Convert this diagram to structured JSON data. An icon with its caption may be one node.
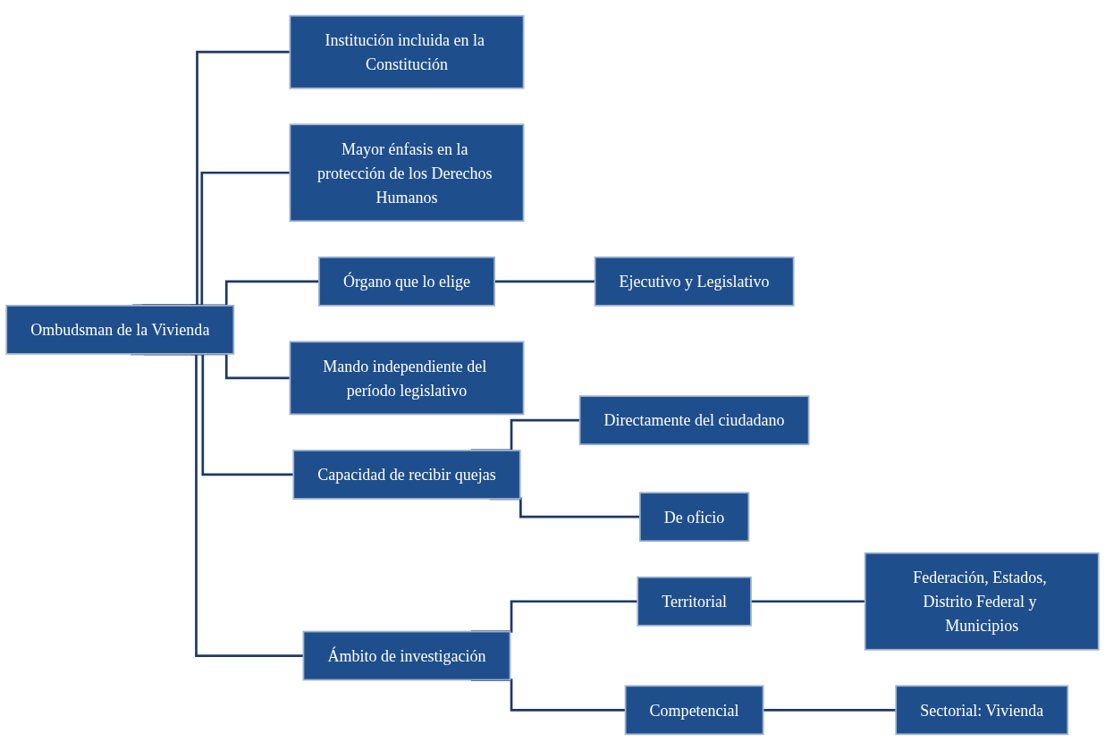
{
  "diagram": {
    "nodes": [
      {
        "text": [
          "Ombudsman de la Vivienda"
        ]
      },
      {
        "text": [
          "Institución incluida en la Constitución"
        ]
      },
      {
        "text": [
          "Mayor énfasis en la protección de los Derechos Humanos"
        ]
      },
      {
        "text": [
          "Órgano que lo elige"
        ]
      },
      {
        "text": [
          "Ejecutivo y Legislativo"
        ]
      },
      {
        "text": [
          "Mando independiente del período legislativo"
        ]
      },
      {
        "text": [
          "Capacidad de recibir quejas"
        ]
      },
      {
        "text": [
          "Directamente del ciudadano"
        ]
      },
      {
        "text": [
          "De oficio"
        ]
      },
      {
        "text": [
          "Ámbito de investigación"
        ]
      },
      {
        "text": [
          "Territorial"
        ]
      },
      {
        "text": [
          "Federación, Estados, Distrito Federal y Municipios"
        ]
      },
      {
        "text": [
          "Competencial"
        ]
      },
      {
        "text": [
          "Sectorial: Vivienda"
        ]
      }
    ],
    "edges": [
      {
        "from": 0,
        "to": 1,
        "arrow": "none"
      },
      {
        "from": 0,
        "to": 2,
        "arrow": "none"
      },
      {
        "from": 0,
        "to": 3,
        "arrow": "none"
      },
      {
        "from": 3,
        "to": 4,
        "arrow": "none"
      },
      {
        "from": 0,
        "to": 5,
        "arrow": "none"
      },
      {
        "from": 0,
        "to": 6,
        "arrow": "none"
      },
      {
        "from": 6,
        "to": 7,
        "arrow": "none"
      },
      {
        "from": 6,
        "to": 8,
        "arrow": "none"
      },
      {
        "from": 0,
        "to": 9,
        "arrow": "none"
      },
      {
        "from": 9,
        "to": 10,
        "arrow": "none"
      },
      {
        "from": 10,
        "to": 11,
        "arrow": "none"
      },
      {
        "from": 9,
        "to": 12,
        "arrow": "none"
      },
      {
        "from": 12,
        "to": 13,
        "arrow": "none"
      }
    ]
  }
}
